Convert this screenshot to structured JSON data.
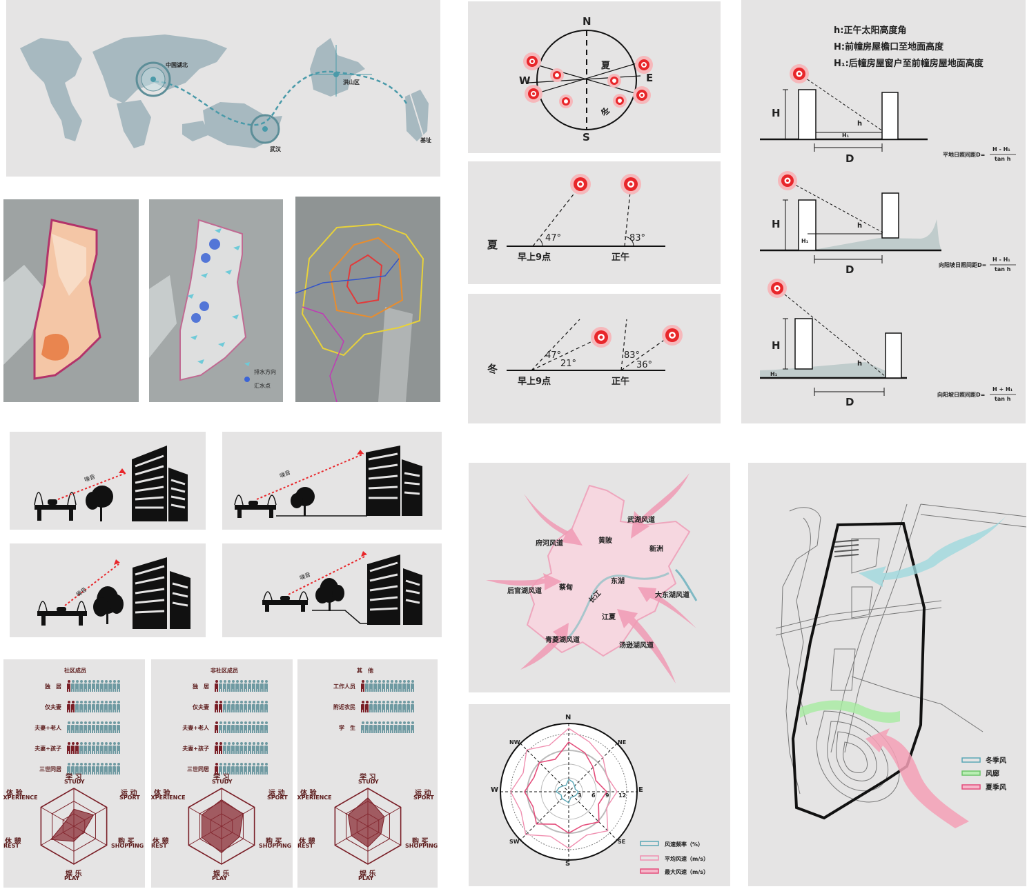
{
  "location_map": {
    "labels": [
      "中国湖北",
      "洪山区",
      "武汉",
      "基址"
    ]
  },
  "site_analysis": {
    "legend": [
      "排水方向",
      "汇水点"
    ]
  },
  "compass": {
    "north": "N",
    "south": "S",
    "west": "W",
    "east": "E",
    "summer": "夏",
    "winter": "冬"
  },
  "summer_sun": {
    "season": "夏",
    "angle_morning": "47°",
    "angle_noon": "83°",
    "time_morning": "早上9点",
    "time_noon": "正午"
  },
  "winter_sun": {
    "season": "冬",
    "angles": [
      "47°",
      "21°",
      "83°",
      "36°"
    ],
    "time_morning": "早上9点",
    "time_noon": "正午"
  },
  "sun_spacing": {
    "defs": [
      "h:正午太阳高度角",
      "H:前幢房屋檐口至地面高度",
      "H₁:后幢房屋窗户至前幢房屋地面高度"
    ],
    "H": "H",
    "D": "D",
    "h": "h",
    "H1": "H₁",
    "f1_label": "平地日照间距D=",
    "f1_num": "H - H₁",
    "f1_den": "tan h",
    "f2_label": "向阳坡日照间距D=",
    "f2_num": "H - H₁",
    "f2_den": "tan h",
    "f3_label": "向阳坡日照间距D=",
    "f3_num": "H + H₁",
    "f3_den": "tan h"
  },
  "noise": {
    "label": "噪音"
  },
  "wind_corridor": {
    "districts": [
      "黄陂",
      "新洲",
      "蔡甸",
      "东湖",
      "江夏",
      "长江"
    ],
    "corridors": [
      "武湖风道",
      "府河风道",
      "后官湖风道",
      "大东湖风道",
      "青菱湖风道",
      "汤逊湖风道"
    ]
  },
  "wind_rose": {
    "directions": [
      "N",
      "NE",
      "E",
      "SE",
      "S",
      "SW",
      "W",
      "NW"
    ],
    "ticks": [
      "3",
      "6",
      "9",
      "12"
    ],
    "legend": [
      "风速频率（%）",
      "平均风速（m/s）",
      "最大风速（m/s）"
    ]
  },
  "site_wind": {
    "legend": [
      "冬季风",
      "风廊",
      "夏季风"
    ]
  },
  "users": [
    {
      "title": "社区成员",
      "rows": [
        {
          "label": "独　居",
          "filled": 1,
          "total": 13
        },
        {
          "label": "仅夫妻",
          "filled": 2,
          "total": 13
        },
        {
          "label": "夫妻+老人",
          "filled": 0,
          "total": 13
        },
        {
          "label": "夫妻+孩子",
          "filled": 3,
          "total": 13
        },
        {
          "label": "三世同居",
          "filled": 0,
          "total": 13
        }
      ]
    },
    {
      "title": "非社区成员",
      "rows": [
        {
          "label": "独　居",
          "filled": 1,
          "total": 13
        },
        {
          "label": "仅夫妻",
          "filled": 2,
          "total": 13
        },
        {
          "label": "夫妻+老人",
          "filled": 1,
          "total": 13
        },
        {
          "label": "夫妻+孩子",
          "filled": 2,
          "total": 13
        },
        {
          "label": "三世同居",
          "filled": 1,
          "total": 13
        }
      ]
    },
    {
      "title": "其　他",
      "rows": [
        {
          "label": "工作人员",
          "filled": 1,
          "total": 13
        },
        {
          "label": "附近农民",
          "filled": 2,
          "total": 13
        },
        {
          "label": "学　生",
          "filled": 0,
          "total": 13
        }
      ]
    }
  ],
  "radar": {
    "axes": [
      {
        "cn": "学 习",
        "en": "STUDY"
      },
      {
        "cn": "运 动",
        "en": "SPORT"
      },
      {
        "cn": "购 买",
        "en": "SHOPPING"
      },
      {
        "cn": "娱 乐",
        "en": "PLAY"
      },
      {
        "cn": "休 憩",
        "en": "REST"
      },
      {
        "cn": "体 验",
        "en": "EXPERIENCE"
      }
    ],
    "charts": [
      {
        "values": [
          0.45,
          0.6,
          0.3,
          0.4,
          0.7,
          0.25
        ]
      },
      {
        "values": [
          0.7,
          0.65,
          0.55,
          0.7,
          0.6,
          0.6
        ]
      },
      {
        "values": [
          0.75,
          0.5,
          0.4,
          0.55,
          0.5,
          0.6
        ]
      }
    ]
  },
  "colors": {
    "panel": "#e5e4e4",
    "sun": "#e8262a",
    "dark_red": "#7a1f27",
    "pink": "#f4cfd9",
    "teal": "#66aab8"
  }
}
